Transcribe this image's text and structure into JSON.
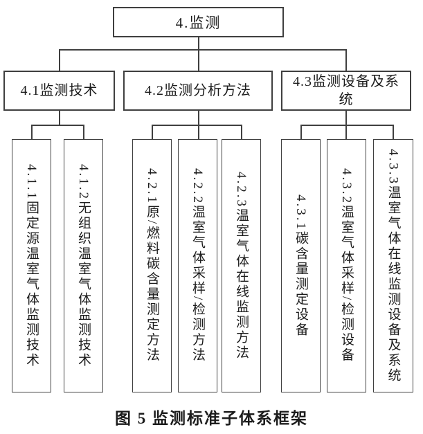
{
  "diagram": {
    "root": {
      "label": "4.监测"
    },
    "branches": [
      {
        "label": "4.1监测技术",
        "children": [
          "4.1.1固定源温室气体监测技术",
          "4.1.2无组织温室气体监测技术"
        ]
      },
      {
        "label": "4.2监测分析方法",
        "children": [
          "4.2.1原/燃料碳含量测定方法",
          "4.2.2温室气体采样/检测方法",
          "4.2.3温室气体在线监测方法"
        ]
      },
      {
        "label": "4.3监测设备及系统",
        "children": [
          "4.3.1碳含量测定设备",
          "4.3.2温室气体采样/检测设备",
          "4.3.3温室气体在线监测设备及系统"
        ]
      }
    ],
    "caption": "图 5 监测标准子体系框架",
    "colors": {
      "line": "#3f3f3f",
      "text": "#1c1c1c",
      "background": "#ffffff"
    }
  }
}
